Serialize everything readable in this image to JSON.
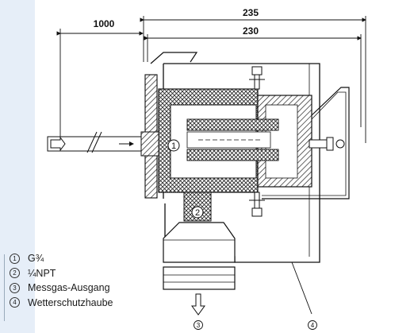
{
  "dimensions": {
    "overall_width": "235",
    "inner_width": "230",
    "cable_length": "1000"
  },
  "markers": {
    "m1": "1",
    "m2": "2",
    "m3": "3",
    "m4": "4"
  },
  "legend": {
    "items": [
      {
        "num": "1",
        "label": "G¾"
      },
      {
        "num": "2",
        "label": "¼NPT"
      },
      {
        "num": "3",
        "label": "Messgas-Ausgang"
      },
      {
        "num": "4",
        "label": "Wetterschutzhaube"
      }
    ]
  },
  "colors": {
    "background": "#e6eef8",
    "drawing_area": "#ffffff",
    "line": "#1a1a1a"
  }
}
